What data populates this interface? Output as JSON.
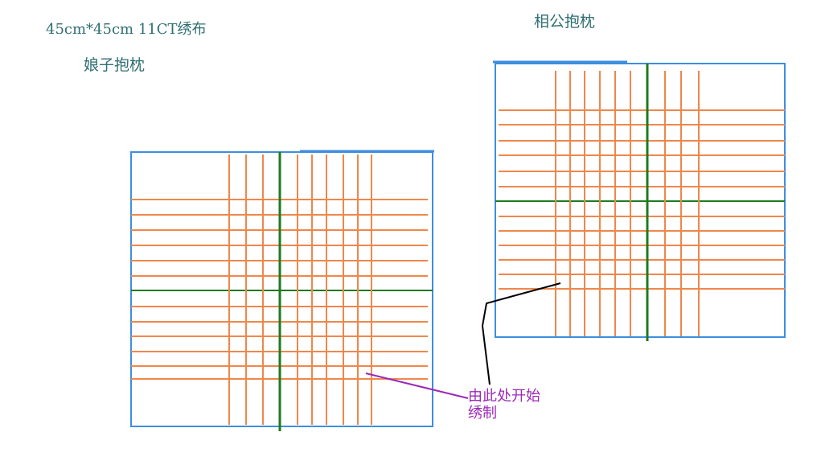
{
  "header": {
    "spec": "45cm*45cm  11CT绣布",
    "left_title": "娘子抱枕",
    "right_title": "相公抱枕"
  },
  "annotation": {
    "line1": "由此处开始",
    "line2": "绣制"
  },
  "colors": {
    "frame": "#3d8ee0",
    "grid_line": "#f0874a",
    "center_line": "#1f7a1f",
    "pointer_left": "#9a28b8",
    "pointer_right": "#000000",
    "text": "#2f6f72"
  }
}
